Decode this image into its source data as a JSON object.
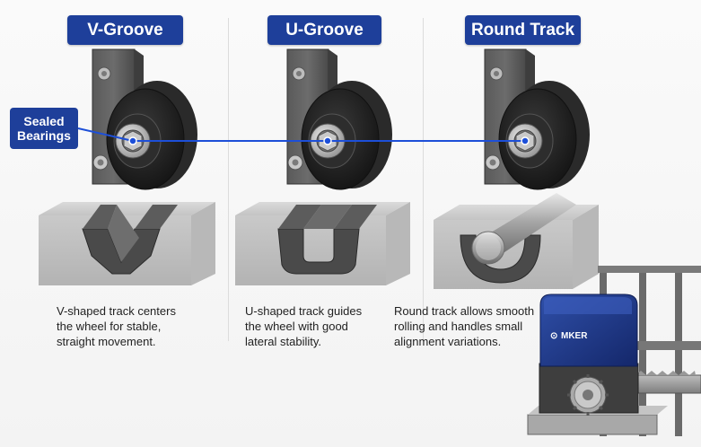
{
  "headers": {
    "v_groove": "V-Groove",
    "u_groove": "U-Groove",
    "round_track": "Round Track"
  },
  "callout": {
    "line1": "Sealed",
    "line2": "Bearings"
  },
  "descriptions": {
    "v_groove": [
      "V-shaped track centers",
      "the wheel for stable,",
      "straight movement."
    ],
    "u_groove": [
      "U-shaped track guides",
      "the wheel with good",
      "lateral stability."
    ],
    "round_track": [
      "Round track allows smooth",
      "rolling and handles small",
      "alignment variations."
    ]
  },
  "motor": {
    "brand": "MKER"
  },
  "colors": {
    "badge_blue": "#1e3f9a",
    "connector_blue": "#1d4fd8",
    "motor_blue": "#1f3a8a",
    "concrete": "#cfcfcf",
    "steel_dark": "#3d3d3d"
  }
}
